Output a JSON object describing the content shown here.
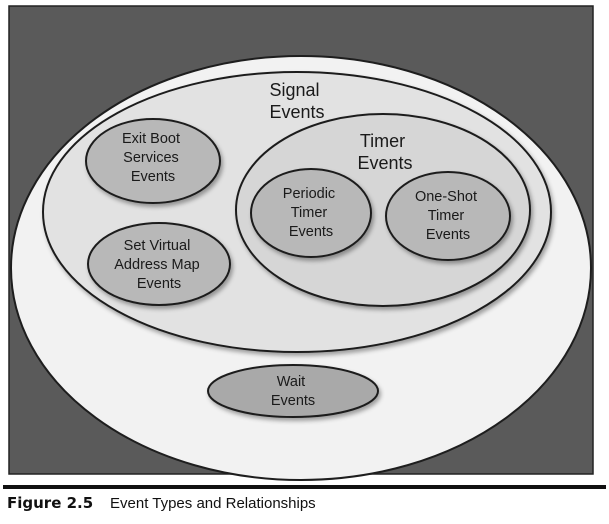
{
  "diagram": {
    "signal_events": {
      "line1": "Signal",
      "line2": "Events"
    },
    "exit_boot_services_events": {
      "line1": "Exit Boot",
      "line2": "Services",
      "line3": "Events"
    },
    "set_virtual_address_map_events": {
      "line1": "Set Virtual",
      "line2": "Address Map",
      "line3": "Events"
    },
    "timer_events": {
      "line1": "Timer",
      "line2": "Events"
    },
    "periodic_timer_events": {
      "line1": "Periodic",
      "line2": "Timer",
      "line3": "Events"
    },
    "one_shot_timer_events": {
      "line1": "One-Shot",
      "line2": "Timer",
      "line3": "Events"
    },
    "wait_events": {
      "line1": "Wait",
      "line2": "Events"
    }
  },
  "caption": {
    "number": "Figure 2.5",
    "text": "Event Types and Relationships"
  },
  "colors": {
    "frame_background": "#5a5a5a",
    "outer_ellipse": "#f2f2f2",
    "signal_ellipse": "#e2e2e2",
    "timer_ellipse": "#d6d6d6",
    "leaf_ellipse": "#b8b8b8",
    "stroke": "#1e1e1e"
  }
}
